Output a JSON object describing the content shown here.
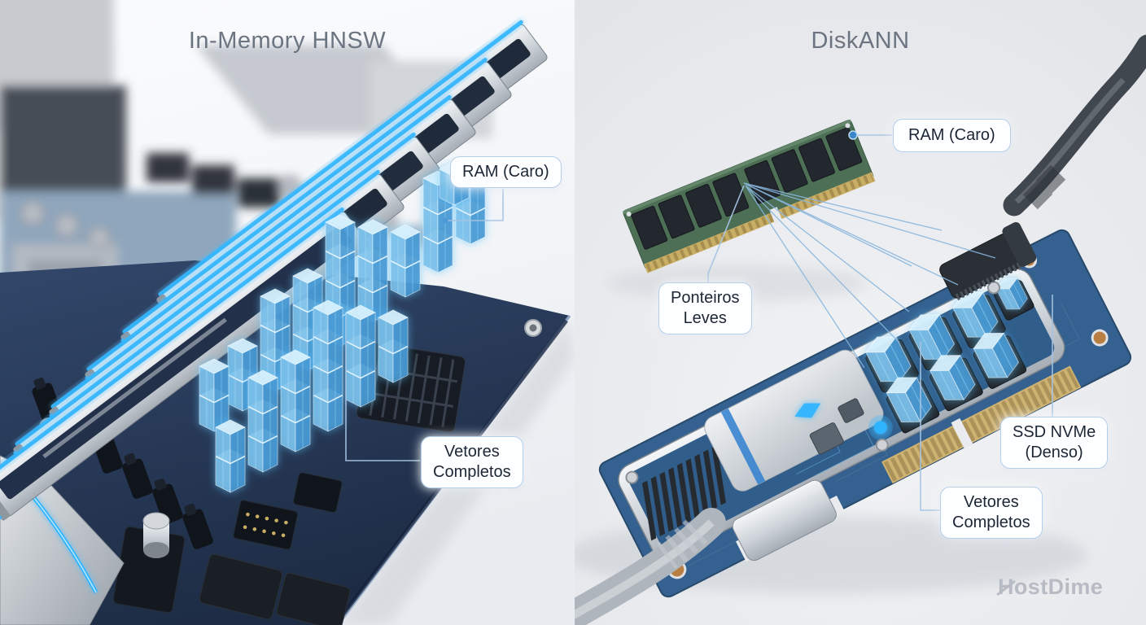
{
  "panels": {
    "left": {
      "title": "In-Memory HNSW",
      "callouts": [
        {
          "id": "ram",
          "line1": "RAM (Caro)",
          "line2": ""
        },
        {
          "id": "vetores",
          "line1": "Vetores",
          "line2": "Completos"
        }
      ]
    },
    "right": {
      "title": "DiskANN",
      "callouts": [
        {
          "id": "ram",
          "line1": "RAM (Caro)",
          "line2": ""
        },
        {
          "id": "ponteiros",
          "line1": "Ponteiros",
          "line2": "Leves"
        },
        {
          "id": "ssd",
          "line1": "SSD NVMe",
          "line2": "(Denso)"
        },
        {
          "id": "vetores",
          "line1": "Vetores",
          "line2": "Completos"
        }
      ]
    }
  },
  "watermark": {
    "text": "HostDime"
  },
  "colors": {
    "title_gray": "#6b7480",
    "label_border": "#b5cfe9",
    "label_text": "#1c2634",
    "leader_blue": "#a6c3e3",
    "glow_blue": "#36b7ff",
    "cube_blue": "#7cc0ea",
    "board_navy": "#273a54",
    "pcb_blue": "#305d8a",
    "dimm_green": "#4d6f55",
    "gold": "#c9ae66",
    "watermark_gray": "#b6bbc4"
  }
}
